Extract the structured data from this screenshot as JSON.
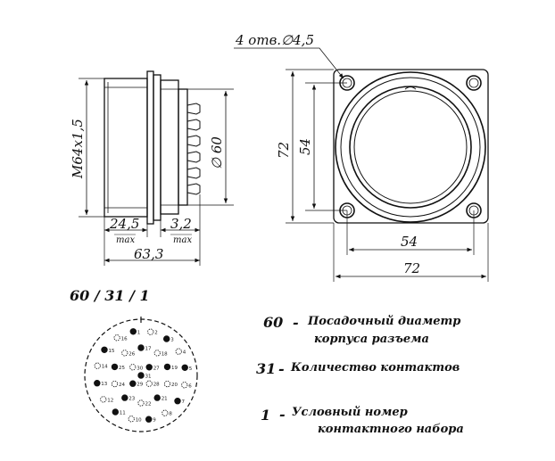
{
  "drawing": {
    "hole_note": "4 отв.∅4,5",
    "thread": "M64x1,5",
    "dia": "∅ 60",
    "len_a": "24,5",
    "len_b": "3,2",
    "len_total": "63,3",
    "max_word": "max",
    "flange_outer_v": "72",
    "flange_inner_v": "54",
    "flange_inner_h": "54",
    "flange_outer_h": "72"
  },
  "legend": {
    "code": "60 / 31 / 1",
    "items": [
      {
        "num": "60",
        "dash": "-",
        "line1": "Посадочный диаметр",
        "line2": "корпуса разъема"
      },
      {
        "num": "31",
        "dash": "-",
        "line1": "Количество контактов",
        "line2": ""
      },
      {
        "num": "1",
        "dash": "-",
        "line1": "Условный номер",
        "line2": "контактного набора"
      }
    ]
  },
  "pinout": {
    "labels": [
      "1",
      "2",
      "3",
      "4",
      "5",
      "6",
      "7",
      "8",
      "9",
      "10",
      "11",
      "12",
      "13",
      "14",
      "15",
      "16",
      "17",
      "18",
      "19",
      "20",
      "21",
      "22",
      "23",
      "24",
      "25",
      "26",
      "27",
      "28",
      "29",
      "30",
      "31"
    ]
  }
}
